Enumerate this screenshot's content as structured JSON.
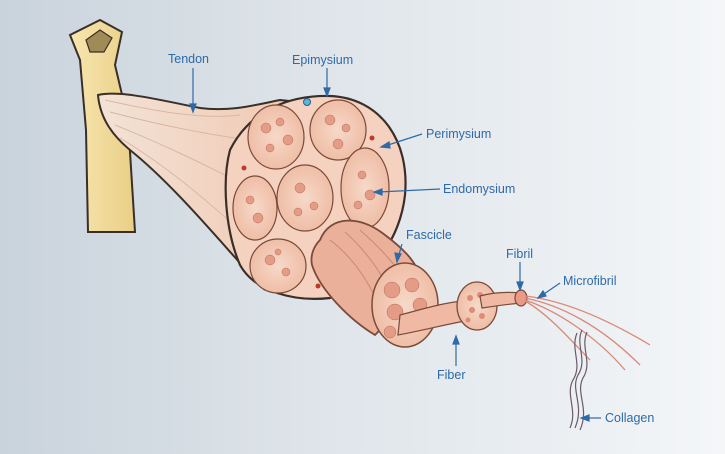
{
  "labels": {
    "tendon": "Tendon",
    "epimysium": "Epimysium",
    "perimysium": "Perimysium",
    "endomysium": "Endomysium",
    "fascicle": "Fascicle",
    "fibril": "Fibril",
    "microfibril": "Microfibril",
    "fiber": "Fiber",
    "collagen": "Collagen"
  },
  "colors": {
    "label_text": "#2e6aa8",
    "leader_line": "#2e6aa8",
    "muscle_tissue": "#f2c7b0",
    "fascicle_fill": "#e9a28f",
    "bone": "#f5dfa0"
  }
}
